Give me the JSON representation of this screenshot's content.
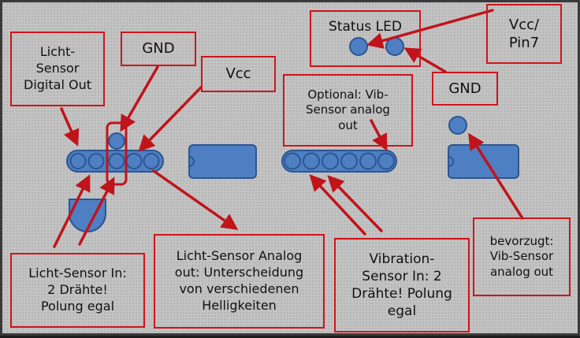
{
  "labels": {
    "licht_sensor_digital": "Licht-\nSensor\nDigital Out",
    "gnd_top": "GND",
    "vcc_top": "Vcc",
    "status_led": "Status LED",
    "vcc_pin7": "Vcc/\nPin7",
    "gnd_right": "GND",
    "optional_vib": "Optional: Vib-\nSensor analog\nout",
    "licht_sensor_in": "Licht-Sensor In:\n2 Drähte!\nPolung egal",
    "licht_sensor_analog": "Licht-Sensor Analog\nout: Unterscheidung\nvon verschiedenen\nHelligkeiten",
    "vibration_sensor_in": "Vibration-\nSensor In: 2\nDrähte! Polung\negal",
    "bevorzugt": "bevorzugt:\nVib-Sensor\nanalog out"
  },
  "colors": {
    "arrow": "#c0141a",
    "label_border": "#d0141a",
    "component_fill": "#4f7fc3",
    "component_stroke": "#2c5591",
    "background": "#c3c3c3"
  }
}
